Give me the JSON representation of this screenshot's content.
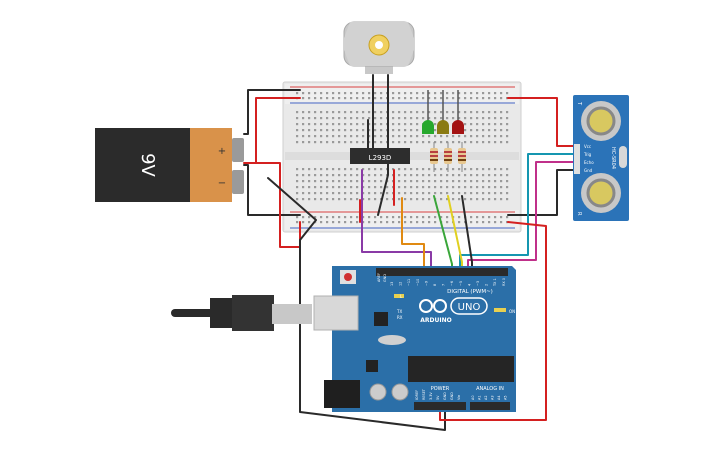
{
  "battery": {
    "label": "9V",
    "plus": "+",
    "minus": "−"
  },
  "chip": {
    "label": "L293D"
  },
  "sensor": {
    "model": "HC-SR04",
    "pins": [
      "Vcc",
      "Trig",
      "Echo",
      "Gnd"
    ],
    "mark_t": "T",
    "mark_r": "R"
  },
  "arduino": {
    "brand": "ARDUINO",
    "model": "UNO",
    "digital_label": "DIGITAL (PWM~)",
    "power_label": "POWER",
    "analog_label": "ANALOG IN",
    "on_label": "ON",
    "l_label": "L",
    "tx_label": "TX",
    "rx_label": "RX",
    "aref": "AREF",
    "gnd": "GND",
    "digital_pins": [
      "13",
      "12",
      "~11",
      "~10",
      "~9",
      "8",
      "7",
      "~6",
      "~5",
      "4",
      "~3",
      "2",
      "TX 1",
      "RX 0"
    ],
    "power_pins": [
      "IOREF",
      "RESET",
      "3.3V",
      "5V",
      "GND",
      "GND",
      "Vin"
    ],
    "analog_pins": [
      "A0",
      "A1",
      "A2",
      "A3",
      "A4",
      "A5"
    ]
  },
  "leds": [
    {
      "name": "green-led",
      "color": "#27a82d"
    },
    {
      "name": "olive-led",
      "color": "#8a7a12"
    },
    {
      "name": "red-led",
      "color": "#a31212"
    }
  ],
  "colors": {
    "wire_red": "#d42020",
    "wire_black": "#2a2a2a",
    "wire_orange": "#e08a12",
    "wire_purple": "#8a3aa6",
    "wire_teal": "#1596b0",
    "wire_green": "#3aa63a",
    "wire_yellow": "#e0d020",
    "wire_pink": "#c0308a",
    "board_blue": "#2b6fa8",
    "breadboard": "#e9e9e9"
  }
}
